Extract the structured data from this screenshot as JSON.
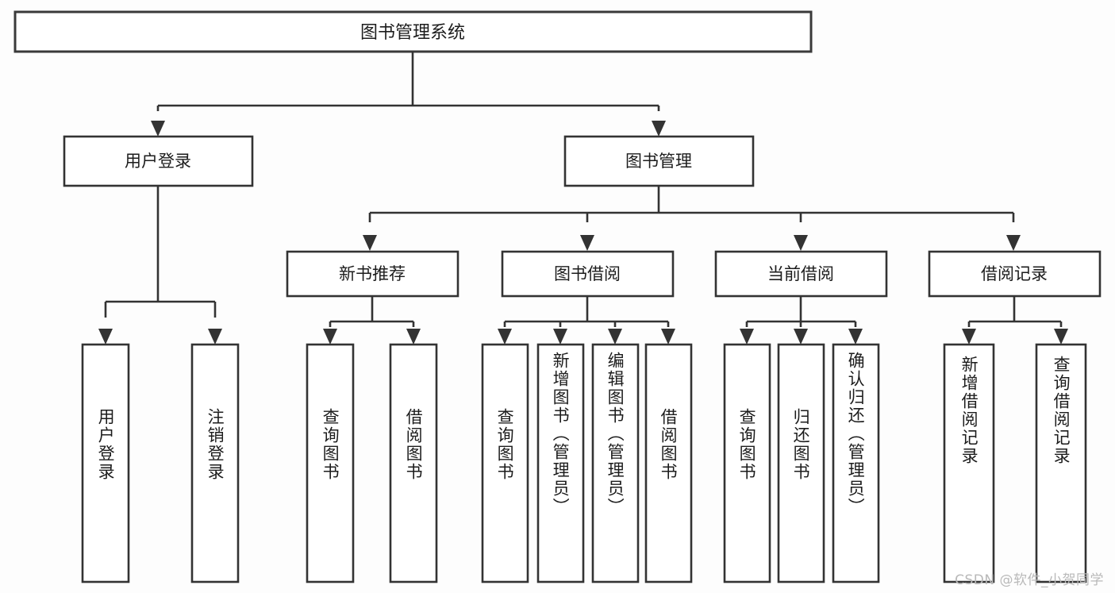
{
  "diagram": {
    "type": "tree",
    "title": "图书管理系统",
    "orientation": "top-down",
    "levels": 4,
    "colors": {
      "background": "#fdfdfd",
      "box_fill": "#ffffff",
      "line": "#333333",
      "text": "#1c1c1c",
      "watermark": "#b9b9b9"
    }
  },
  "root": {
    "label": "图书管理系统"
  },
  "level2": [
    {
      "label": "用户登录"
    },
    {
      "label": "图书管理"
    }
  ],
  "level3": [
    {
      "label": "新书推荐"
    },
    {
      "label": "图书借阅"
    },
    {
      "label": "当前借阅"
    },
    {
      "label": "借阅记录"
    }
  ],
  "leaves": {
    "user_login": [
      {
        "label": "用户登录"
      },
      {
        "label": "注销登录"
      }
    ],
    "new_book_recommend": [
      {
        "label": "查询图书"
      },
      {
        "label": "借阅图书"
      }
    ],
    "book_borrow": [
      {
        "label": "查询图书"
      },
      {
        "label": "新增图书（管理员）"
      },
      {
        "label": "编辑图书（管理员）"
      },
      {
        "label": "借阅图书"
      }
    ],
    "current_borrow": [
      {
        "label": "查询图书"
      },
      {
        "label": "归还图书"
      },
      {
        "label": "确认归还（管理员）"
      }
    ],
    "borrow_record": [
      {
        "label": "新增借阅记录"
      },
      {
        "label": "查询借阅记录"
      }
    ]
  },
  "watermark": {
    "text": "CSDN @软件_小贺同学"
  }
}
